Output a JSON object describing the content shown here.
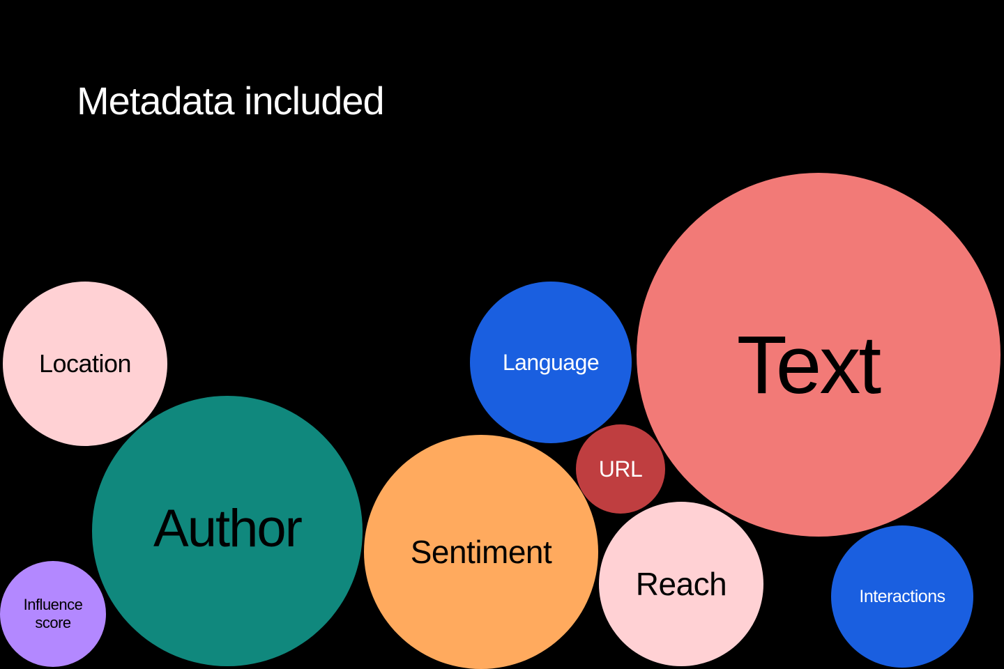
{
  "title": "Metadata included",
  "bubbles": {
    "location": {
      "label": "Location",
      "color": "#FFD1D4"
    },
    "author": {
      "label": "Author",
      "color": "#10887D"
    },
    "influence_score": {
      "label_line1": "Influence",
      "label_line2": "score",
      "color": "#B388FF"
    },
    "language": {
      "label": "Language",
      "color": "#1A5FE0"
    },
    "url": {
      "label": "URL",
      "color": "#BF3E40"
    },
    "sentiment": {
      "label": "Sentiment",
      "color": "#FFAA5E"
    },
    "text": {
      "label": "Text",
      "color": "#F27A77"
    },
    "reach": {
      "label": "Reach",
      "color": "#FFD1D4"
    },
    "interactions": {
      "label": "Interactions",
      "color": "#1A5FE0"
    }
  }
}
